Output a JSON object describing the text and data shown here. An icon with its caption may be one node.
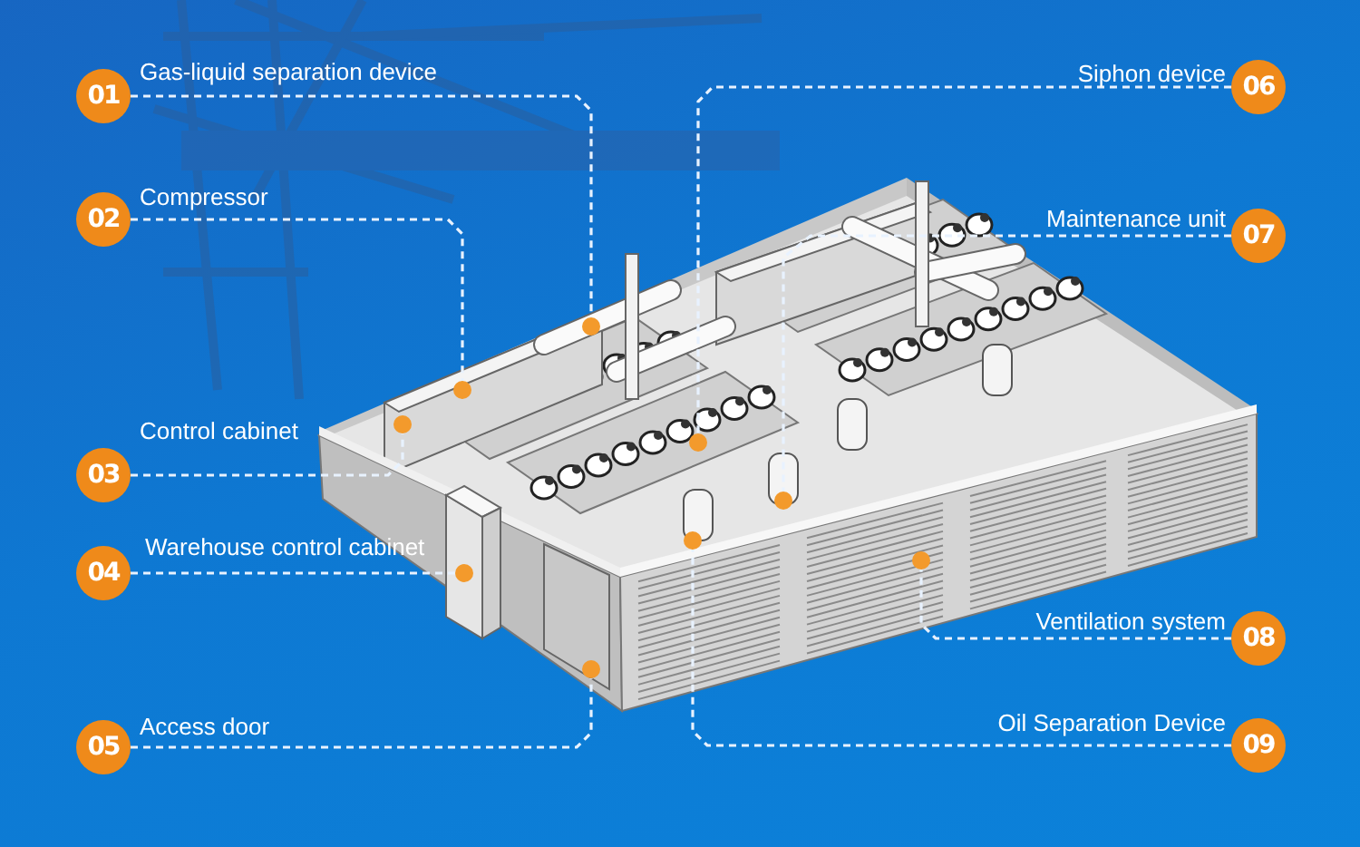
{
  "diagram": {
    "nodes": [
      {
        "text": [
          "01"
        ],
        "beside": [
          "Gas-liquid separation device"
        ]
      },
      {
        "text": [
          "02"
        ],
        "beside": [
          "Compressor"
        ]
      },
      {
        "text": [
          "03"
        ],
        "beside": [
          "Control cabinet"
        ]
      },
      {
        "text": [
          "04"
        ],
        "beside": [
          "Warehouse control cabinet"
        ]
      },
      {
        "text": [
          "05"
        ],
        "beside": [
          "Access door"
        ]
      },
      {
        "text": [
          "06"
        ],
        "beside": [
          "Siphon device"
        ]
      },
      {
        "text": [
          "07"
        ],
        "beside": [
          "Maintenance unit"
        ]
      },
      {
        "text": [
          "08"
        ],
        "beside": [
          "Ventilation system"
        ]
      },
      {
        "text": [
          "09"
        ],
        "beside": [
          "Oil Separation Device"
        ]
      },
      {
        "text": [],
        "shape": "circle"
      },
      {
        "text": [],
        "shape": "circle"
      },
      {
        "text": [],
        "shape": "circle"
      },
      {
        "text": [],
        "shape": "circle"
      },
      {
        "text": [],
        "shape": "circle"
      },
      {
        "text": [],
        "shape": "circle"
      },
      {
        "text": [],
        "shape": "circle"
      },
      {
        "text": [],
        "shape": "circle"
      },
      {
        "text": [],
        "shape": "circle"
      }
    ],
    "edges": [
      {
        "from": 0,
        "to": 12,
        "arrow": "none",
        "style": "dashed"
      },
      {
        "from": 1,
        "to": 11,
        "arrow": "none",
        "style": "dashed"
      },
      {
        "from": 2,
        "to": 9,
        "arrow": "none",
        "style": "dashed"
      },
      {
        "from": 3,
        "to": 10,
        "arrow": "none",
        "style": "dashed"
      },
      {
        "from": 4,
        "to": 13,
        "arrow": "none",
        "style": "dashed"
      },
      {
        "from": 5,
        "to": 15,
        "arrow": "none",
        "style": "dashed"
      },
      {
        "from": 6,
        "to": 16,
        "arrow": "none",
        "style": "dashed"
      },
      {
        "from": 7,
        "to": 17,
        "arrow": "none",
        "style": "dashed"
      },
      {
        "from": 8,
        "to": 14,
        "arrow": "none",
        "style": "dashed"
      }
    ]
  }
}
